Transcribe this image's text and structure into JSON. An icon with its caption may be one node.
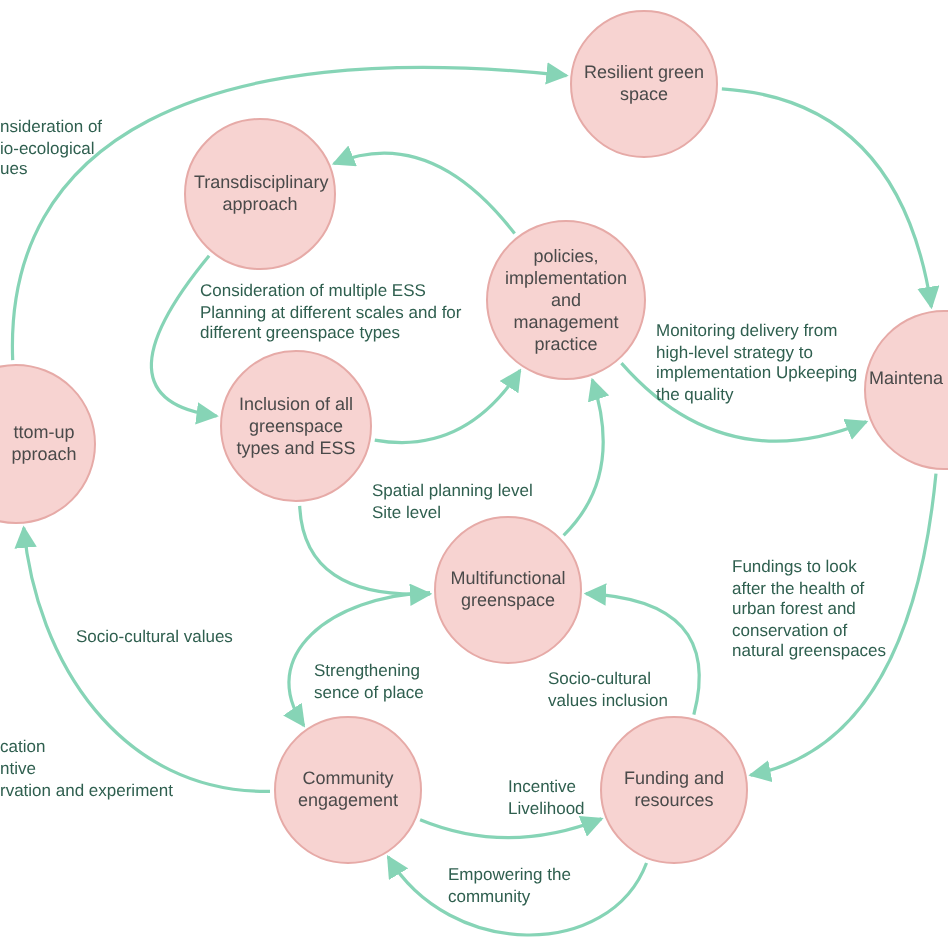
{
  "diagram": {
    "nodes": [
      {
        "text": [
          "Resilient green space"
        ]
      },
      {
        "text": [
          "Transdisciplinary approach"
        ]
      },
      {
        "text": [
          "policies, implementation and management practice"
        ]
      },
      {
        "text": [
          "ttom-up pproach"
        ]
      },
      {
        "text": [
          "Inclusion of all greenspace types and ESS"
        ]
      },
      {
        "text": [
          "Maintena"
        ]
      },
      {
        "text": [
          "Multifunctional greenspace"
        ]
      },
      {
        "text": [
          "Community engagement"
        ]
      },
      {
        "text": [
          "Funding and resources"
        ]
      }
    ],
    "edges": [
      {
        "from": 3,
        "to": 0,
        "arrow": "to"
      },
      {
        "from": 0,
        "to": 5,
        "arrow": "to"
      },
      {
        "from": 2,
        "to": 1,
        "arrow": "to"
      },
      {
        "from": 1,
        "to": 4,
        "arrow": "to"
      },
      {
        "from": 4,
        "to": 2,
        "arrow": "to"
      },
      {
        "from": 2,
        "to": 5,
        "arrow": "to"
      },
      {
        "from": 5,
        "to": 8,
        "arrow": "to"
      },
      {
        "from": 8,
        "to": 6,
        "arrow": "to"
      },
      {
        "from": 4,
        "to": 6,
        "arrow": "to"
      },
      {
        "from": 6,
        "to": 7,
        "arrow": "to"
      },
      {
        "from": 7,
        "to": 3,
        "arrow": "to"
      },
      {
        "from": 7,
        "to": 8,
        "arrow": "to"
      },
      {
        "from": 8,
        "to": 7,
        "arrow": "to"
      },
      {
        "from": 6,
        "to": 2,
        "arrow": "to"
      }
    ],
    "labels": [
      "nsideration of io-ecological ues",
      "Consideration of multiple ESS Planning at different scales and for different greenspace types",
      "Monitoring delivery from high-level strategy to implementation Upkeeping the quality",
      "Spatial planning level Site level",
      "Socio-cultural values",
      "Fundings to look after the health of urban forest and conservation of natural greenspaces",
      "Strengthening sence of place",
      "Socio-cultural values inclusion",
      "cation",
      "ntive",
      "rvation and experiment",
      "Incentive Livelihood",
      "Empowering the community"
    ]
  }
}
